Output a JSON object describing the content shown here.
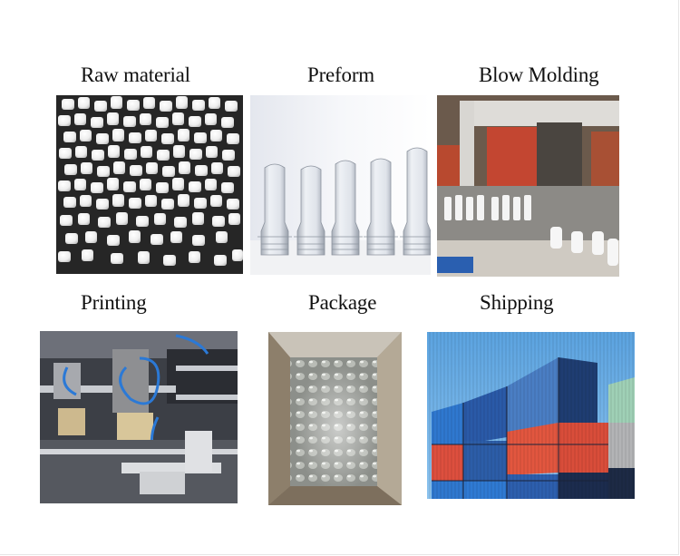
{
  "steps": [
    {
      "label": "Raw material",
      "image": "white-plastic-pellets-photo"
    },
    {
      "label": "Preform",
      "image": "pet-preforms-photo"
    },
    {
      "label": "Blow Molding",
      "image": "blow-molding-machine-photo"
    },
    {
      "label": "Printing",
      "image": "printing-machine-photo"
    },
    {
      "label": "Package",
      "image": "packed-carton-photo"
    },
    {
      "label": "Shipping",
      "image": "shipping-containers-photo"
    }
  ],
  "colors": {
    "background": "#ffffff",
    "text": "#111111",
    "container_blue": "#2c6fc4",
    "container_red": "#e0513f",
    "sky": "#6eaee6"
  }
}
